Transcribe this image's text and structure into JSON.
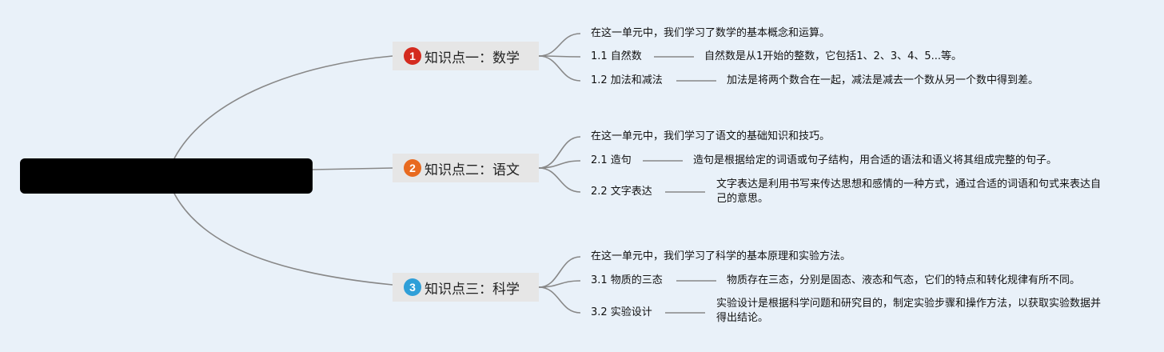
{
  "colors": {
    "background": "#e9f1f9",
    "root": "#000000",
    "branch_bg": "#e6e6e6",
    "line": "#888888",
    "badge_1": "#d42a1e",
    "badge_2": "#e86a1f",
    "badge_3": "#2f9fd8"
  },
  "branches": [
    {
      "number": "1",
      "title": "知识点一：数学",
      "intro": "在这一单元中，我们学习了数学的基本概念和运算。",
      "items": [
        {
          "label": "1.1 自然数",
          "desc": "自然数是从1开始的整数，它包括1、2、3、4、5...等。"
        },
        {
          "label": "1.2 加法和减法",
          "desc": "加法是将两个数合在一起，减法是减去一个数从另一个数中得到差。"
        }
      ]
    },
    {
      "number": "2",
      "title": "知识点二：语文",
      "intro": "在这一单元中，我们学习了语文的基础知识和技巧。",
      "items": [
        {
          "label": "2.1 造句",
          "desc": "造句是根据给定的词语或句子结构，用合适的语法和语义将其组成完整的句子。"
        },
        {
          "label": "2.2 文字表达",
          "desc": "文字表达是利用书写来传达思想和感情的一种方式，通过合适的词语和句式来表达自己的意思。"
        }
      ]
    },
    {
      "number": "3",
      "title": "知识点三：科学",
      "intro": "在这一单元中，我们学习了科学的基本原理和实验方法。",
      "items": [
        {
          "label": "3.1 物质的三态",
          "desc": "物质存在三态，分别是固态、液态和气态，它们的特点和转化规律有所不同。"
        },
        {
          "label": "3.2 实验设计",
          "desc": "实验设计是根据科学问题和研究目的，制定实验步骤和操作方法，以获取实验数据并得出结论。"
        }
      ]
    }
  ]
}
